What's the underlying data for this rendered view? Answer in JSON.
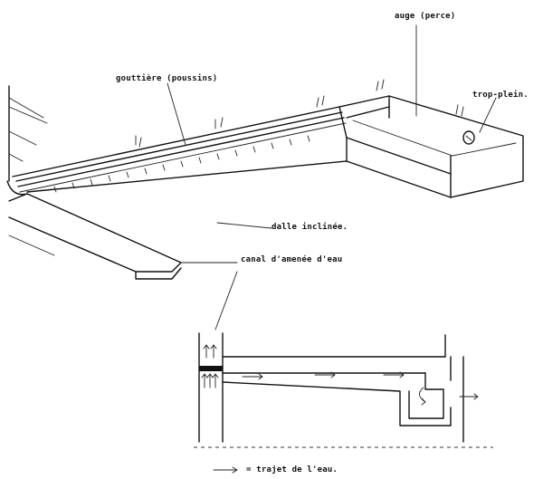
{
  "labels": {
    "trough": "auge (perce)",
    "gutter": "gouttière (poussins)",
    "overflow": "trop-plein.",
    "slab": "dalle inclinée.",
    "canal": "canal d'amenée d'eau",
    "legend": "= trajet de l'eau."
  },
  "colors": {
    "ink": "#111111",
    "paper": "#ffffff"
  }
}
